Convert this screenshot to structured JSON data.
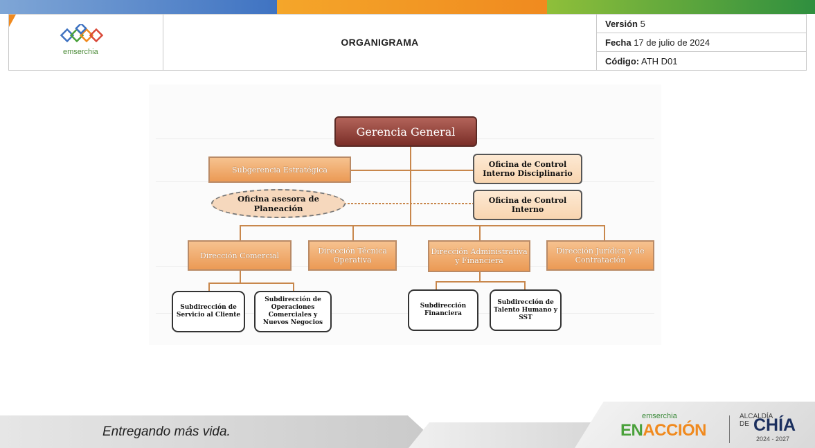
{
  "header": {
    "logo_text": "emserchia",
    "title": "ORGANIGRAMA",
    "version_label": "Versión",
    "version_value": "5",
    "date_label": "Fecha",
    "date_value": "17 de julio de 2024",
    "code_label": "Código:",
    "code_value": "ATH D01"
  },
  "org": {
    "gerencia": "Gerencia General",
    "subgerencia": "Subgerencia Estratégica",
    "control_disciplinario": "Oficina de Control Interno Disciplinario",
    "asesora": "Oficina asesora de Planeación",
    "control_interno": "Oficina de Control Interno",
    "dir_comercial": "Dirección Comercial",
    "dir_tecnica": "Dirección Técnica Operativa",
    "dir_administrativa": "Dirección Administrativa y Financiera",
    "dir_juridica": "Dirección Jurídica y de Contratación",
    "sub_servicio": "Subdirección de Servicio al Cliente",
    "sub_operaciones": "Subdirección de Operaciones Comerciales y Nuevos Negocios",
    "sub_financiera": "Subdirección Financiera",
    "sub_talento": "Subdirección de Talento Humano y SST"
  },
  "footer": {
    "slogan": "Entregando más vida.",
    "brand_small": "emserchia",
    "brand_en": "EN",
    "brand_accion": "ACCIÓN",
    "alcaldia": "ALCALDÍA",
    "de": "DE",
    "chia": "CHÍA",
    "years": "2024 - 2027"
  },
  "colors": {
    "orange_box": "#eb9a55",
    "gerencia": "#7a2e28",
    "connector": "#c8874c"
  }
}
